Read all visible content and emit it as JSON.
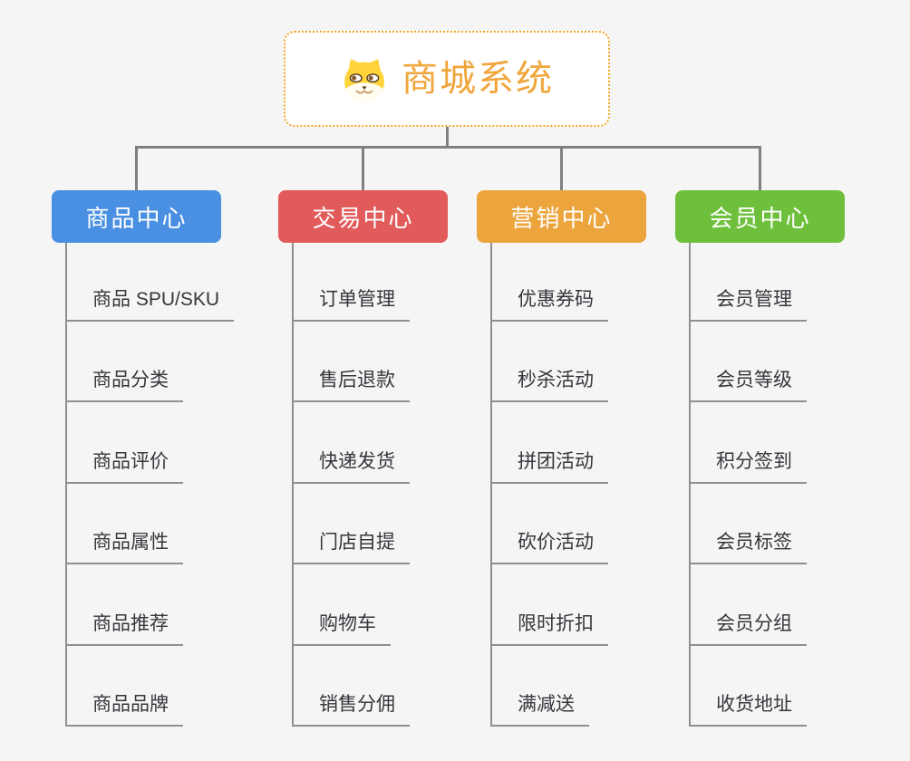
{
  "root": {
    "title": "商城系统",
    "icon": "dog-face-icon",
    "border_color": "#F5A623",
    "title_color": "#F0A63C"
  },
  "connector_color": "#808080",
  "branches": [
    {
      "slug": "product-center",
      "label": "商品中心",
      "color": "#4A90E2",
      "children": [
        "商品 SPU/SKU",
        "商品分类",
        "商品评价",
        "商品属性",
        "商品推荐",
        "商品品牌"
      ]
    },
    {
      "slug": "trade-center",
      "label": "交易中心",
      "color": "#E25B5B",
      "children": [
        "订单管理",
        "售后退款",
        "快递发货",
        "门店自提",
        "购物车",
        "销售分佣"
      ]
    },
    {
      "slug": "marketing-center",
      "label": "营销中心",
      "color": "#ECA53D",
      "children": [
        "优惠券码",
        "秒杀活动",
        "拼团活动",
        "砍价活动",
        "限时折扣",
        "满减送"
      ]
    },
    {
      "slug": "member-center",
      "label": "会员中心",
      "color": "#6EC03C",
      "children": [
        "会员管理",
        "会员等级",
        "积分签到",
        "会员标签",
        "会员分组",
        "收货地址"
      ]
    }
  ]
}
